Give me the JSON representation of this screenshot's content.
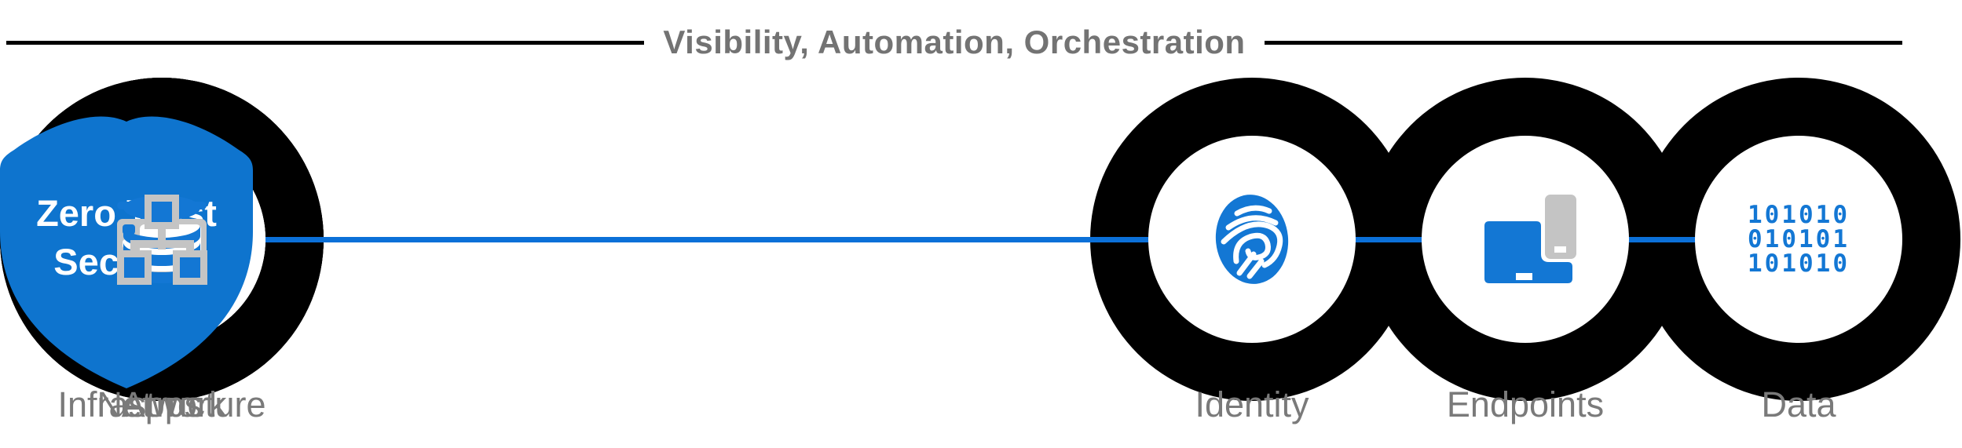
{
  "title": {
    "text": "Visibility, Automation, Orchestration"
  },
  "shield": {
    "line1": "Zero Trust",
    "line2": "Security",
    "icon": "shield-icon"
  },
  "nodes": [
    {
      "label": "Identity",
      "icon": "fingerprint-icon"
    },
    {
      "label": "Endpoints",
      "icon": "devices-icon"
    },
    {
      "label": "Data",
      "icon": "binary-code-icon",
      "binary": [
        "101010",
        "010101",
        "101010"
      ]
    },
    {
      "label": "Apps",
      "icon": "app-window-icon"
    },
    {
      "label": "Infrastructure",
      "icon": "database-icon"
    },
    {
      "label": "Network",
      "icon": "network-tree-icon"
    }
  ],
  "colors": {
    "shield_blue": "#0E74CE",
    "icon_blue": "#1377D4",
    "connector_blue": "#0B70D8",
    "icon_gray": "#C4C4C4",
    "ring_black": "#000000",
    "text_gray": "#7A7A7A",
    "title_gray": "#737373"
  }
}
